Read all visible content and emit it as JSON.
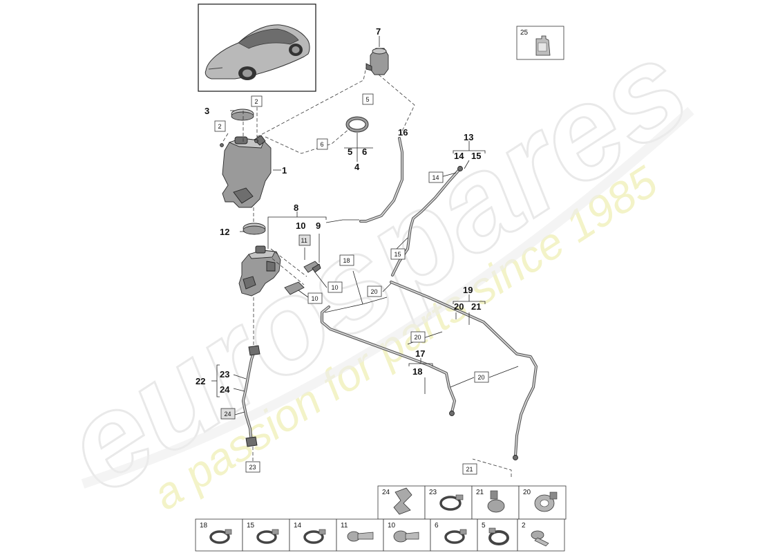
{
  "watermark": {
    "brand": "eurospares",
    "tagline": "a passion for parts since 1985"
  },
  "callouts": {
    "n1": "1",
    "n3": "3",
    "n4": "4",
    "n5": "5",
    "n6": "6",
    "n7": "7",
    "n8": "8",
    "n9": "9",
    "n10": "10",
    "n12": "12",
    "n13": "13",
    "n14": "14",
    "n15": "15",
    "n16": "16",
    "n17": "17",
    "n18": "18",
    "n19": "19",
    "n20": "20",
    "n21": "21",
    "n22": "22",
    "n23": "23",
    "n24": "24"
  },
  "ref_boxes": {
    "b2a": "2",
    "b2b": "2",
    "b5": "5",
    "b6": "6",
    "b11": "11",
    "b10a": "10",
    "b10b": "10",
    "b18": "18",
    "b15": "15",
    "b14": "14",
    "b20a": "20",
    "b20b": "20",
    "b20c": "20",
    "b24": "24",
    "b23": "23",
    "b21": "21"
  },
  "legend_top": {
    "t25": "25"
  },
  "legend_row1": [
    "24",
    "23",
    "21",
    "20"
  ],
  "legend_row2": [
    "18",
    "15",
    "14",
    "11",
    "10",
    "6",
    "5",
    "2"
  ],
  "icons": {
    "vehicle": "car-thumbnail-icon",
    "fluid": "fluid-bottle-icon",
    "clamp": "hose-clamp-icon",
    "screw": "screw-icon",
    "clip": "clip-icon"
  }
}
